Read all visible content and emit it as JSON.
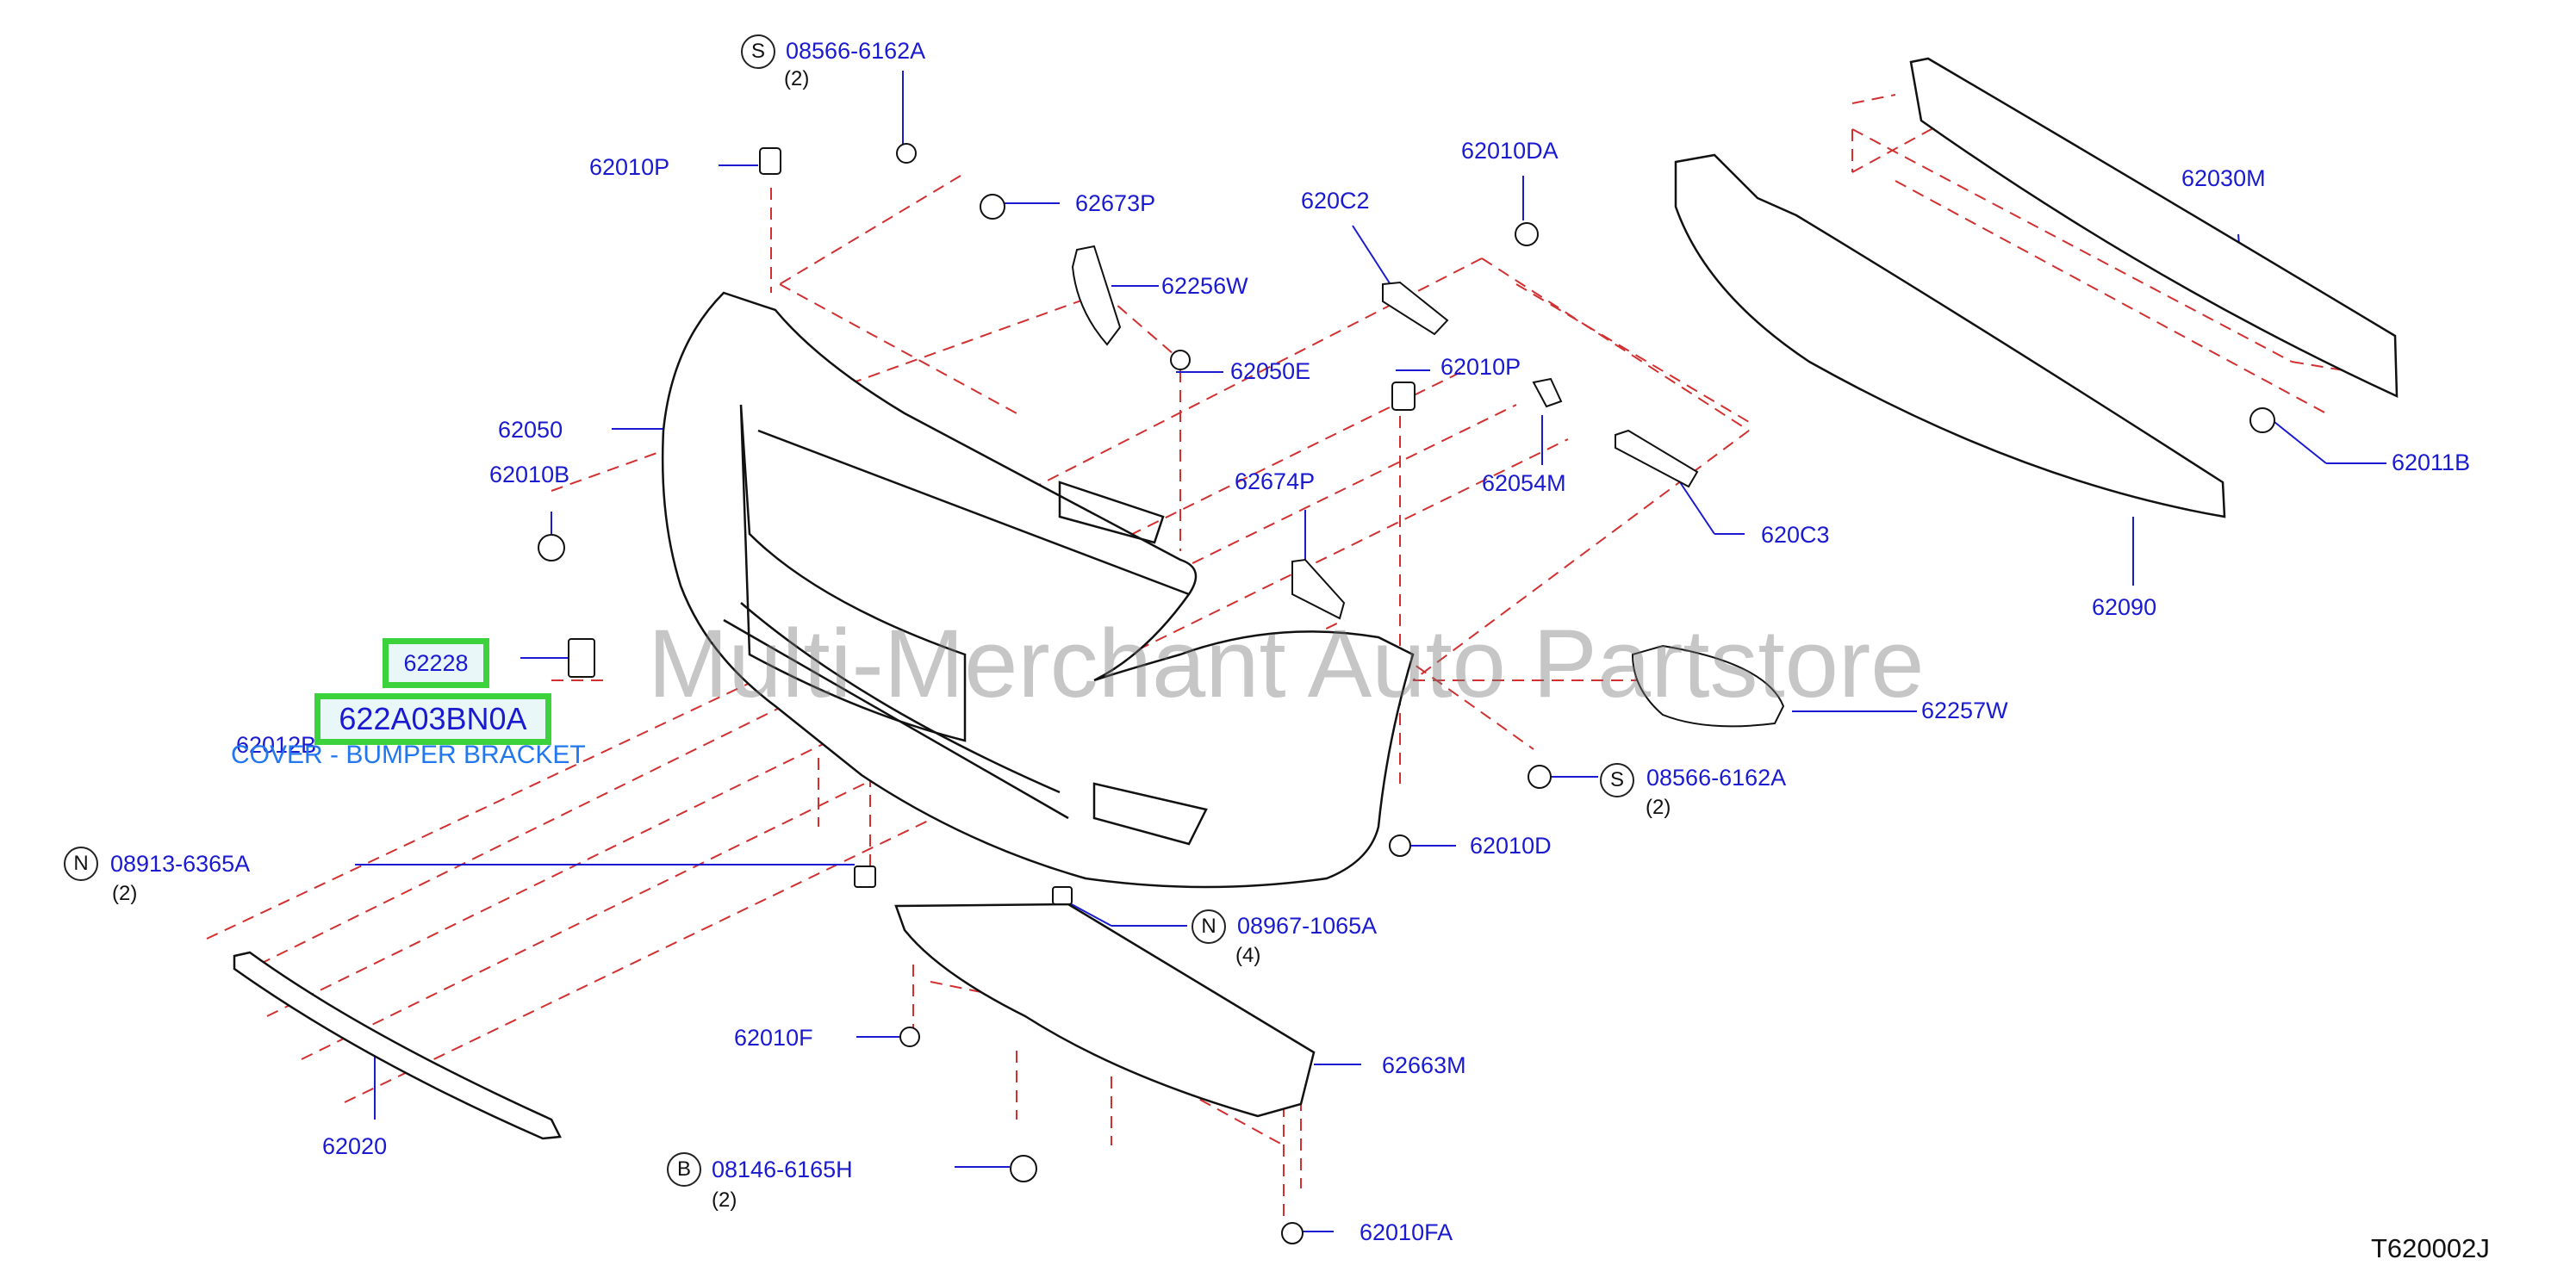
{
  "parts": {
    "p_08566_6162A_top": "08566-6162A",
    "p_62010P_a": "62010P",
    "p_62673P": "62673P",
    "p_62256W": "62256W",
    "p_62050E": "62050E",
    "p_62050": "62050",
    "p_62010B": "62010B",
    "p_62012B": "62012B",
    "p_08913_6365A": "08913-6365A",
    "p_62020": "62020",
    "p_62010F": "62010F",
    "p_08146_6165H": "08146-6165H",
    "p_62010FA": "62010FA",
    "p_62663M": "62663M",
    "p_08967_1065A": "08967-1065A",
    "p_62010D": "62010D",
    "p_08566_6162A_mid": "08566-6162A",
    "p_62257W": "62257W",
    "p_62674P": "62674P",
    "p_62054M": "62054M",
    "p_62010P_b": "62010P",
    "p_620C2": "620C2",
    "p_62010DA": "62010DA",
    "p_620C3": "620C3",
    "p_62090": "62090",
    "p_62011B": "62011B",
    "p_62030M": "62030M"
  },
  "quantities": {
    "q_08566_top": "(2)",
    "q_08913": "(2)",
    "q_08146": "(2)",
    "q_08967": "(4)",
    "q_08566_mid": "(2)"
  },
  "symbols": {
    "s_top": "S",
    "s_mid": "S",
    "n_left": "N",
    "n_right": "N",
    "b_bottom": "B"
  },
  "highlight": {
    "part_62228": "62228",
    "part_number": "622A03BN0A",
    "description": "COVER - BUMPER BRACKET"
  },
  "watermark": "Multi-Merchant Auto Partstore",
  "diagram_code": "T620002J",
  "colors": {
    "label": "#1a1ad0",
    "dash": "#d23030",
    "highlight_border": "#3cd23c",
    "description": "#2277ee"
  }
}
